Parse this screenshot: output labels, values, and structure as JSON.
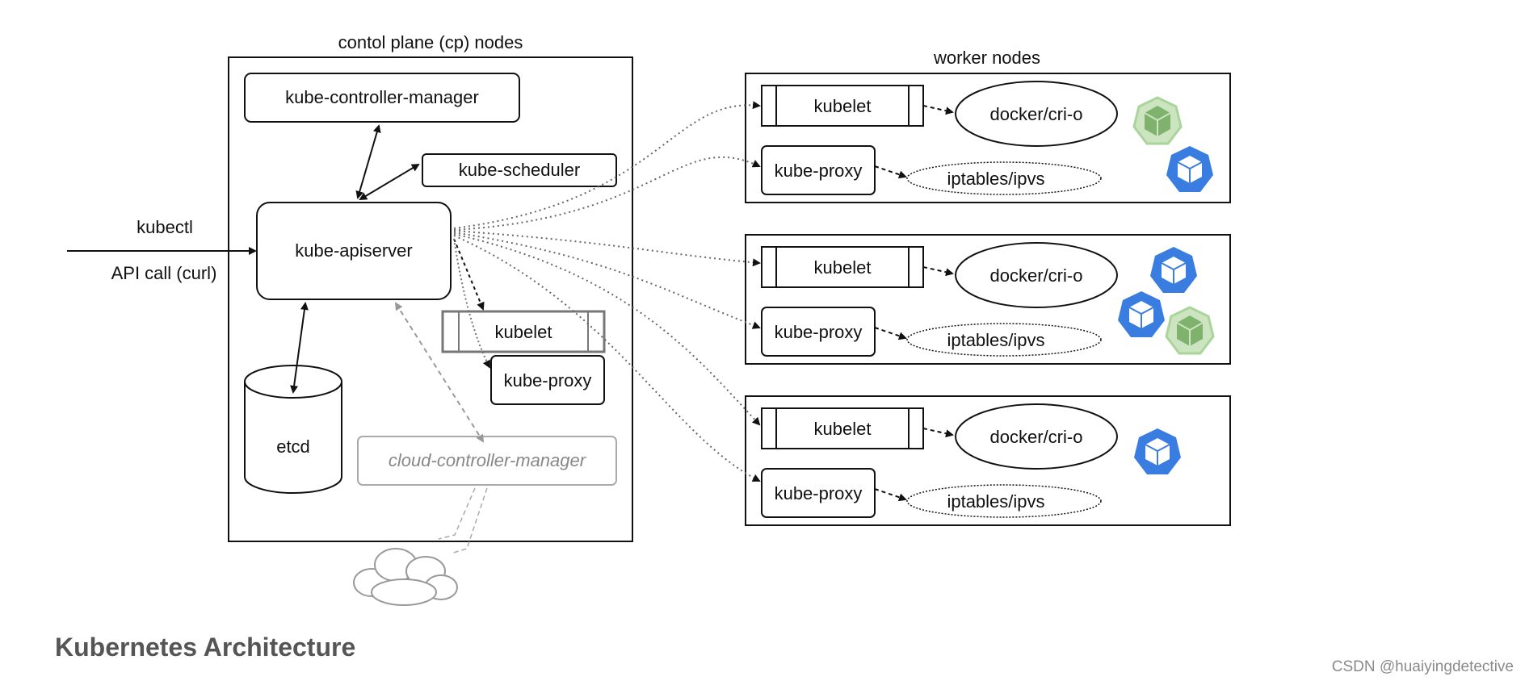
{
  "control_plane": {
    "title": "contol plane (cp) nodes",
    "controller_manager": "kube-controller-manager",
    "scheduler": "kube-scheduler",
    "apiserver": "kube-apiserver",
    "kubelet": "kubelet",
    "kube_proxy": "kube-proxy",
    "etcd": "etcd",
    "cloud_controller_manager": "cloud-controller-manager"
  },
  "client": {
    "kubectl": "kubectl",
    "api_call": "API call (curl)"
  },
  "workers": {
    "title": "worker nodes",
    "nodes": [
      {
        "kubelet": "kubelet",
        "runtime": "docker/cri-o",
        "kube_proxy": "kube-proxy",
        "iptables": "iptables/ipvs"
      },
      {
        "kubelet": "kubelet",
        "runtime": "docker/cri-o",
        "kube_proxy": "kube-proxy",
        "iptables": "iptables/ipvs"
      },
      {
        "kubelet": "kubelet",
        "runtime": "docker/cri-o",
        "kube_proxy": "kube-proxy",
        "iptables": "iptables/ipvs"
      }
    ]
  },
  "caption": "Kubernetes Architecture",
  "watermark": "CSDN @huaiyingdetective",
  "colors": {
    "pod_green": "#a9d49a",
    "pod_blue": "#3a7de0",
    "muted": "#999999",
    "line": "#111111"
  }
}
